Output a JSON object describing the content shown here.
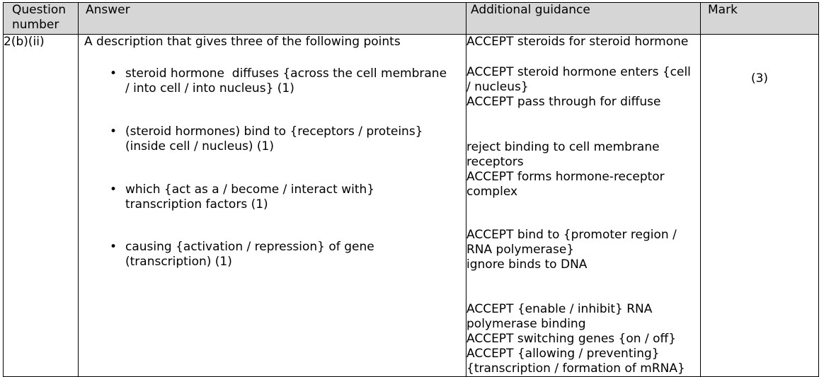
{
  "document": {
    "type": "mark-scheme-table",
    "background_color": "#ffffff",
    "header_fill_color": "#d6d6d6",
    "border_color": "#000000",
    "text_color": "#000000"
  },
  "table": {
    "columns": [
      {
        "key": "question_number",
        "header_lines": [
          "Question",
          "number"
        ]
      },
      {
        "key": "answer",
        "header_lines": [
          "Answer"
        ]
      },
      {
        "key": "additional_guidance",
        "header_lines": [
          "Additional guidance"
        ]
      },
      {
        "key": "mark",
        "header_lines": [
          "Mark"
        ]
      }
    ],
    "header": {
      "question_number_line1": "Question",
      "question_number_line2": "number",
      "answer": "Answer",
      "additional_guidance": "Additional guidance",
      "mark": "Mark"
    },
    "rows": [
      {
        "question_number": "2(b)(ii)",
        "answer": {
          "stem": "A description that gives three of the following points",
          "points": [
            {
              "bullet": "•",
              "lines": [
                "steroid hormone  diffuses {across the cell membrane",
                "/ into cell / into nucleus} (1)"
              ]
            },
            {
              "bullet": "•",
              "lines": [
                "(steroid hormones) bind to {receptors / proteins}",
                "(inside cell / nucleus) (1)"
              ]
            },
            {
              "bullet": "•",
              "lines": [
                "which {act as a / become / interact with}",
                "transcription factors (1)"
              ]
            },
            {
              "bullet": "•",
              "lines": [
                "causing {activation / repression} of gene",
                "(transcription) (1)"
              ]
            }
          ]
        },
        "additional_guidance": {
          "blocks": [
            {
              "lines": [
                "ACCEPT steroids for steroid hormone"
              ]
            },
            {
              "lines": [
                "ACCEPT steroid hormone enters {cell",
                "/ nucleus}",
                "ACCEPT pass through for diffuse"
              ]
            },
            {
              "lines": [
                "reject binding to cell membrane",
                "receptors",
                "ACCEPT forms hormone-receptor",
                "complex"
              ]
            },
            {
              "lines": [
                "ACCEPT bind to {promoter region /",
                "RNA polymerase}",
                "ignore binds to DNA"
              ]
            },
            {
              "lines": [
                "ACCEPT {enable / inhibit} RNA",
                "polymerase binding",
                "ACCEPT switching genes {on / off}",
                "ACCEPT {allowing / preventing}",
                "{transcription / formation of mRNA}"
              ]
            }
          ]
        },
        "mark": "(3)"
      }
    ]
  }
}
